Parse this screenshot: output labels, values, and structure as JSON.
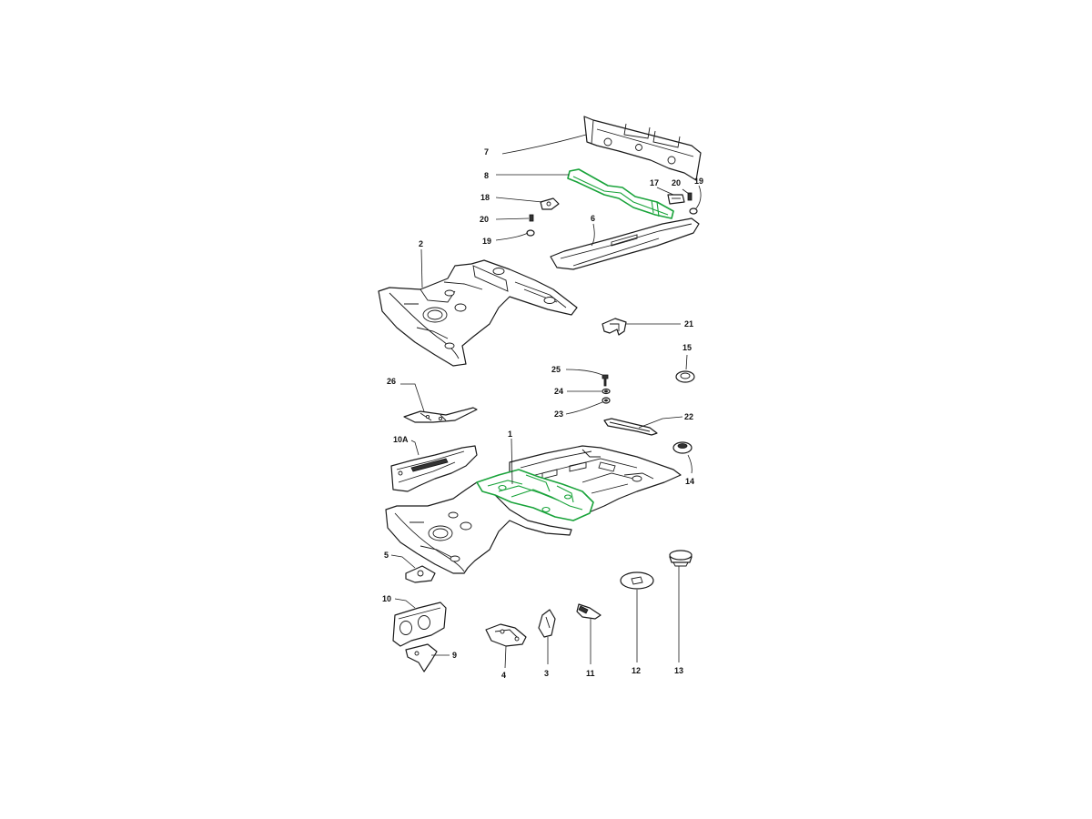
{
  "highlight_color": "#19a33a",
  "callouts": {
    "c7": "7",
    "c8": "8",
    "c17": "17",
    "c20a": "20",
    "c19a": "19",
    "c18": "18",
    "c20b": "20",
    "c19b": "19",
    "c6": "6",
    "c2": "2",
    "c21": "21",
    "c15": "15",
    "c25": "25",
    "c24": "24",
    "c23": "23",
    "c26": "26",
    "c22": "22",
    "c10a": "10A",
    "c1": "1",
    "c14": "14",
    "c5": "5",
    "c10": "10",
    "c9": "9",
    "c4": "4",
    "c3": "3",
    "c11": "11",
    "c12": "12",
    "c13": "13"
  }
}
